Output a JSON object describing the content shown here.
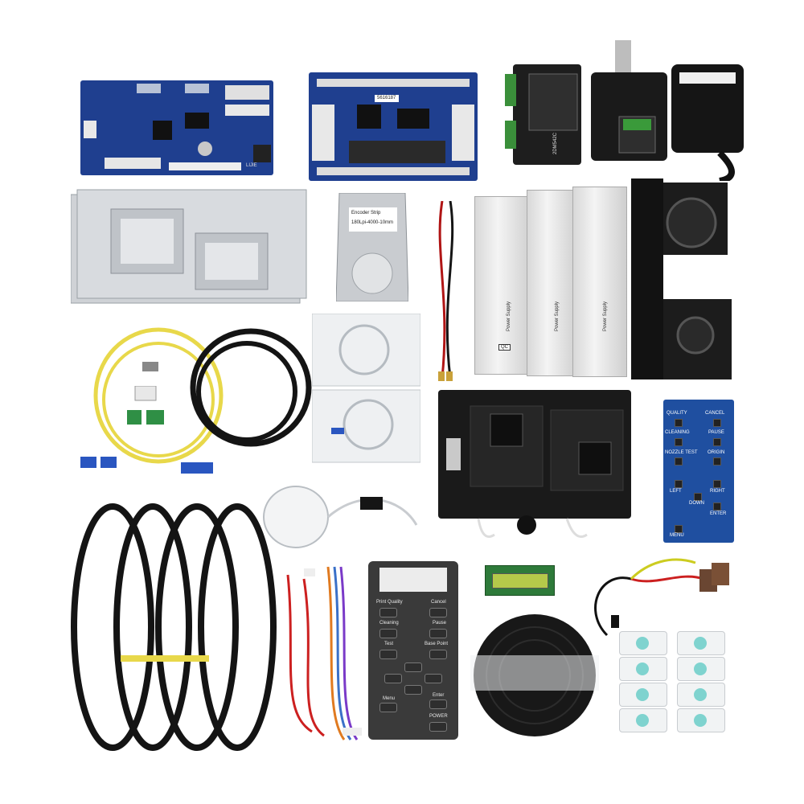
{
  "scene": {
    "description_items": [
      "mainboard",
      "carriage-board",
      "stepper-driver",
      "servo-motor",
      "aluminum-plates",
      "encoder-strip-pack",
      "red-black-wires",
      "power-supplies",
      "pulley-assembly",
      "network-cables",
      "fiber-optic-cable",
      "encoder-sensors",
      "capping-station",
      "key-board",
      "cable-bundle",
      "ink-tube-coil",
      "ribbon-cables",
      "control-panel-overlay",
      "lcd-module",
      "timing-belt-roll",
      "ink-pump-connectors",
      "ink-dampers"
    ]
  },
  "texts": {
    "mainboard_label": "LIJIE",
    "carriage_tag": "5616187",
    "driver_model": "2DM542C",
    "encoder_bag_line1": "Encoder  Strip",
    "encoder_bag_line2": "180Lpi-4000-10mm",
    "psu_labels": [
      "Power Supply",
      "Power Supply",
      "Power Supply"
    ],
    "psu_badge": "QC",
    "keyboard_labels": {
      "quality": "QUALITY",
      "cancel": "CANCEL",
      "cleaning": "CLEANING",
      "pause": "PAUSE",
      "nozzle_test": "NOZZLE TEST",
      "origin": "ORIGIN",
      "left": "LEFT",
      "right": "RIGHT",
      "down": "DOWN",
      "enter": "ENTER",
      "menu": "MENU"
    },
    "panel": {
      "print_quality": "Print Quality",
      "cancel": "Cancel",
      "cleaning": "Cleaning",
      "pause": "Pause",
      "test": "Test",
      "base_point": "Base Point",
      "menu": "Menu",
      "enter": "Enter",
      "power": "POWER"
    }
  },
  "colors": {
    "pcb_blue": "#1f3f8f",
    "cable_yellow": "#e8d84a",
    "cable_black": "#141414",
    "aluminum": "#cfd2d6",
    "psu_silver": "#d9d9d9",
    "damper_teal": "#7fd3cf",
    "lcd_green": "#b5c94a",
    "panel_dark": "#3a3a3a"
  }
}
